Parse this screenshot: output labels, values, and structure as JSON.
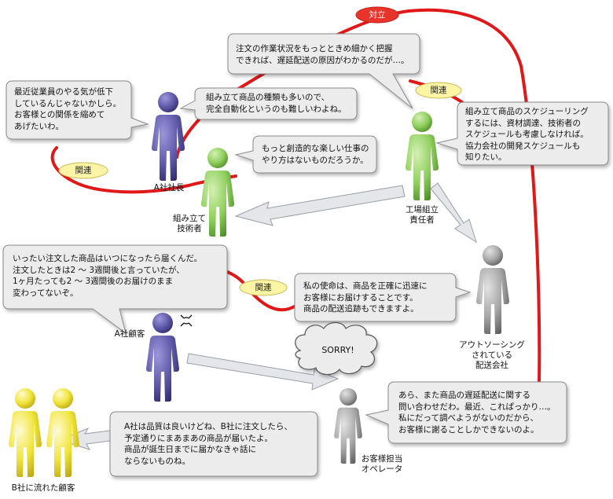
{
  "tags": {
    "oppose": "対立",
    "related": "関連"
  },
  "speech": {
    "factory_manager": "注文の作業状況をもっとときめ細かく把握\nできれば、遅延配送の原因がわかるのだが…。",
    "president": "最近従業員のやる気が低下\nしているんじゃないかしら。\nお客様との関係を縮めて\nあげたいわ。",
    "engineer_top": "組み立て商品の種類も多いので、\n完全自動化というのも難しいわよね。",
    "engineer": "もっと創造的な楽しい仕事の\nやり方はないものだろうか。",
    "scheduling": "組み立て商品のスケジューリング\nするには、資材調達、技術者の\nスケジュールも考慮しなければ。\n協力会社の開発スケジュールも\n知りたい。",
    "customer_a": "いったい注文した商品はいつになったら届くんだ。\n注文したときは2 ～ 3週間後と言っていたが、\n1ヶ月たっても2 ～ 3週間後のお届けのまま\n変わってないぞ。",
    "delivery": "私の使命は、商品を正確に迅速に\nお客様にお届けすることです。\n商品の配送追跡もできますよ。",
    "operator": "あら、また商品の遅延配送に関する\n問い合わせだわ。最近、これぱっかり…。\n私にだって調べようがないのだから、\nお客様に謝ることしかできないのよ。",
    "lost_customers": "A社は品質は良いけどね、B社に注文したら、\n予定通りにまあまあの商品が届いたよ。\n商品が誕生日までに届かなきゃ話に\nならないものね。",
    "sorry": "SORRY!"
  },
  "labels": {
    "president": "A社社長",
    "engineer": "組み立て\n技術者",
    "factory_manager": "工場組立\n責任者",
    "delivery": "アウトソーシング\nされている\n配送会社",
    "customer_a": "A社顧客",
    "operator": "お客様担当\nオペレータ",
    "lost_customers": "B社に流れた顧客"
  },
  "icons": {
    "figure": "person-figure-icon",
    "anger": "anger-mark-icon"
  },
  "colors": {
    "president": "#5f5aa8",
    "engineer": "#8fcf5c",
    "factory_manager": "#8fcf5c",
    "delivery": "#a6a6a6",
    "customer_a": "#5f5aa8",
    "operator": "#a6a6a6",
    "lost_customers": "#f0e43a",
    "relation_line": "#e01818",
    "oppose_tag": "#e8342a",
    "related_tag": "#fdf5a6",
    "bubble_fill": "#ececec",
    "arrow_fill": "#e4e6ea"
  }
}
